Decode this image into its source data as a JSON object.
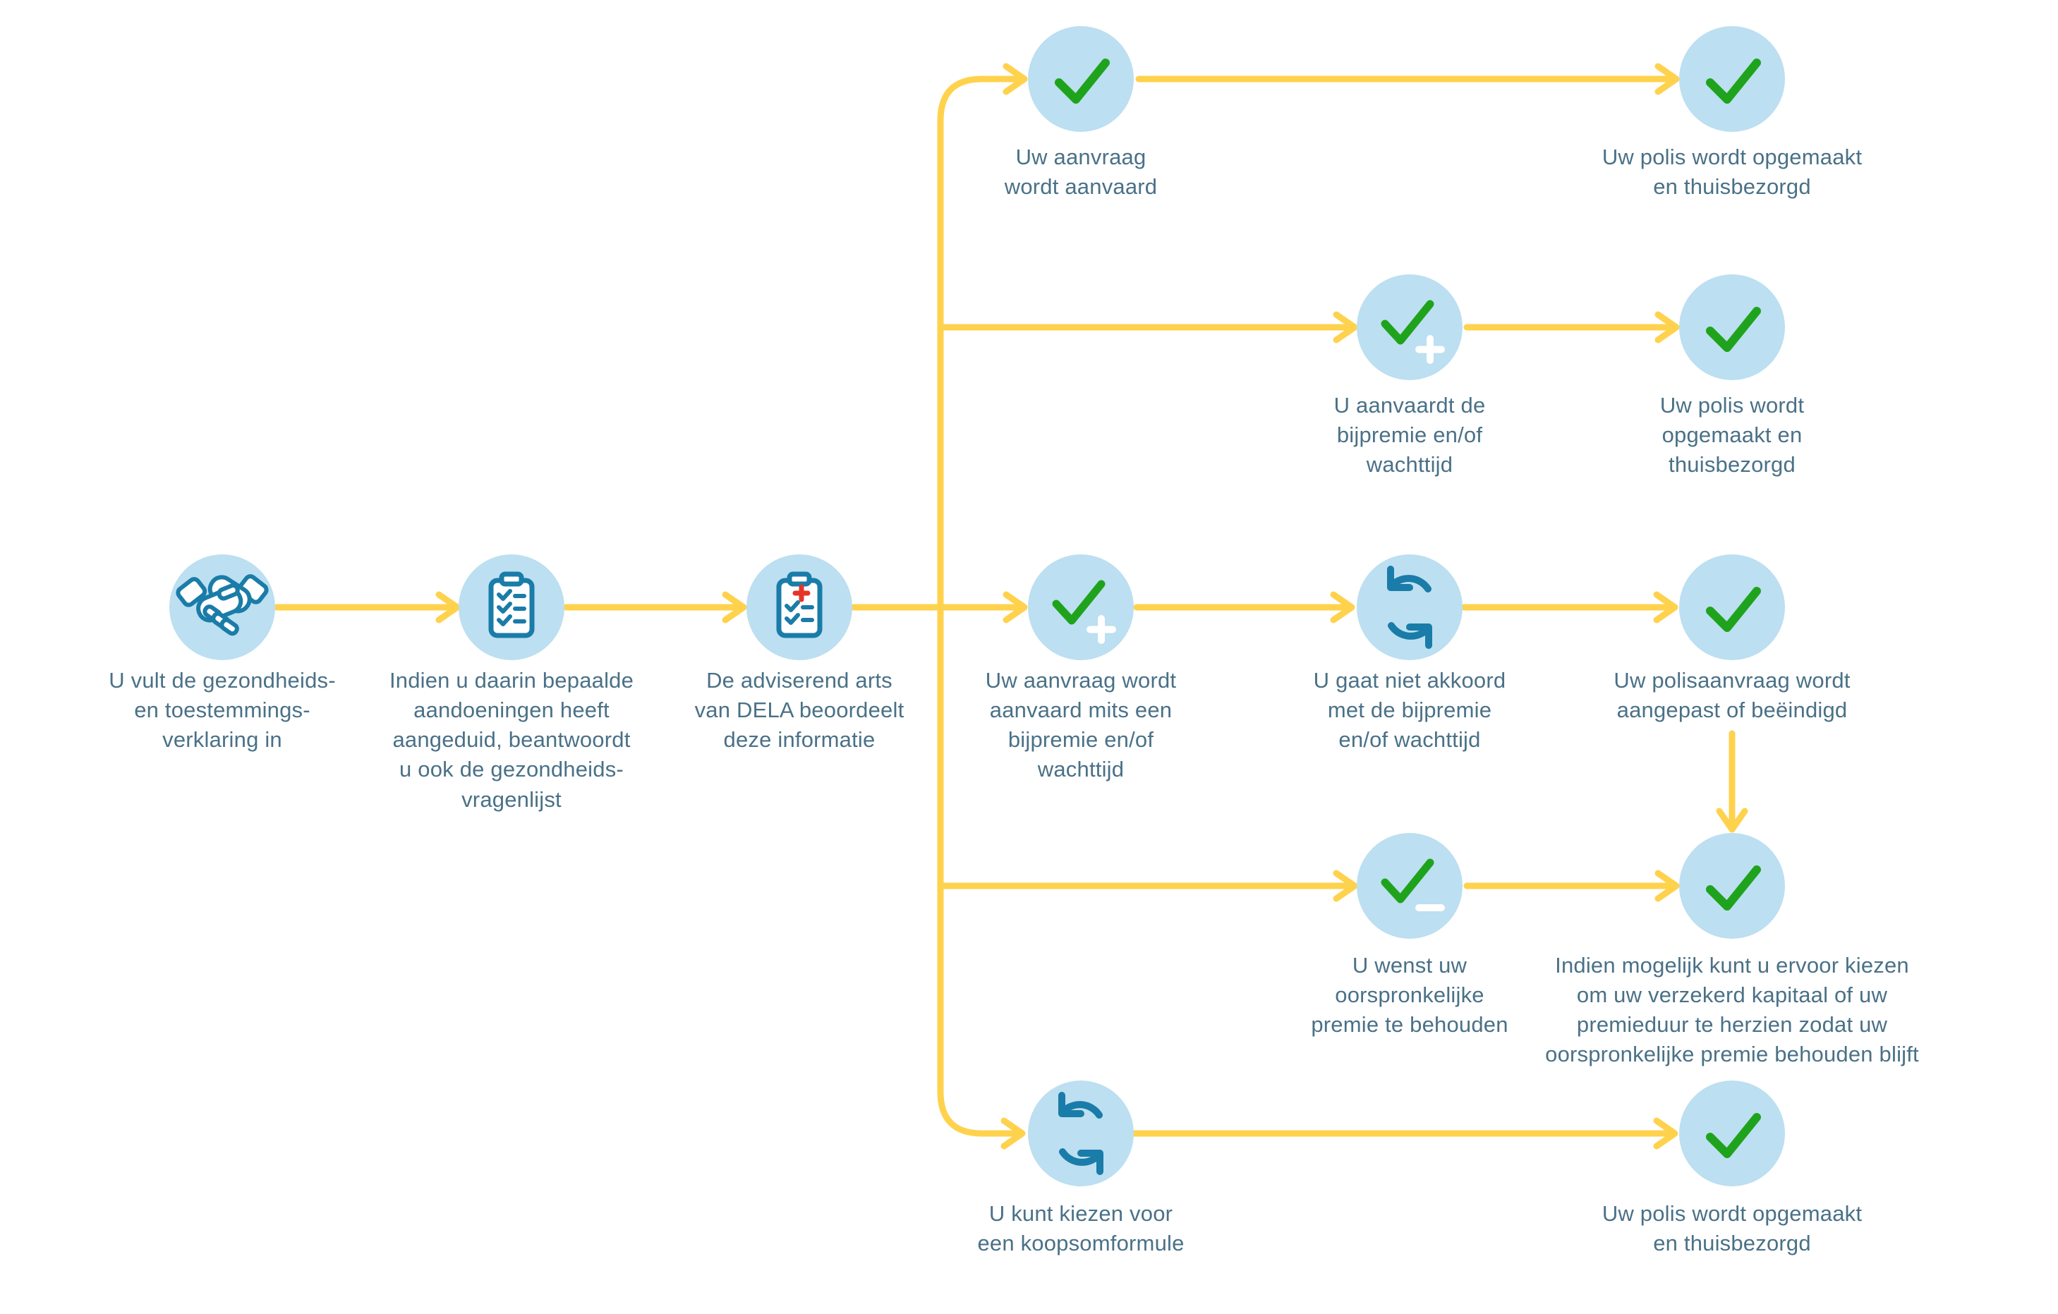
{
  "diagram": {
    "title": "DELA polisaanvraag stroomschema",
    "colors": {
      "circle_fill": "#BCDFF1",
      "icon_teal": "#1A7CA8",
      "check_green": "#1FA31C",
      "arrow_yellow": "#FFD24D",
      "label_text": "#4A7187",
      "medical_cross_red": "#E63329",
      "background": "#FFFFFF"
    }
  },
  "nodes": {
    "start": {
      "icon": "handshake-icon",
      "label": "U vult de gezondheids-\nen toestemmings-\nverklaring in"
    },
    "checklist": {
      "icon": "checklist-clipboard-icon",
      "label": "Indien u daarin bepaalde\naandoeningen heeft\naangeduid, beantwoordt\nu ook de gezondheids-\nvragenlijst"
    },
    "review": {
      "icon": "medical-clipboard-icon",
      "label": "De adviserend arts\nvan DELA beoordeelt\ndeze informatie"
    },
    "accepted": {
      "icon": "check-icon",
      "label": "Uw aanvraag\nwordt aanvaard"
    },
    "policy_top": {
      "icon": "check-icon",
      "label": "Uw polis wordt opgemaakt\nen thuisbezorgd"
    },
    "accept_surcharge": {
      "icon": "check-plus-icon",
      "label": "U aanvaardt de\nbijpremie en/of\nwachttijd"
    },
    "policy_mid": {
      "icon": "check-icon",
      "label": "Uw polis wordt\nopgemaakt en\nthuisbezorgd"
    },
    "conditional": {
      "icon": "check-plus-icon",
      "label": "Uw aanvraag wordt\naanvaard mits een\nbijpremie en/of\nwachttijd"
    },
    "disagree": {
      "icon": "sync-icon",
      "label": "U gaat niet akkoord\nmet de bijpremie\nen/of wachttijd"
    },
    "adjusted": {
      "icon": "check-icon",
      "label": "Uw polisaanvraag wordt\naangepast of beëindigd"
    },
    "keep_premium": {
      "icon": "check-minus-icon",
      "label": "U wenst uw\noorspronkelijke\npremie te behouden"
    },
    "revise": {
      "icon": "check-icon",
      "label": "Indien mogelijk kunt u ervoor kiezen\nom uw verzekerd kapitaal of uw\npremieduur te herzien zodat uw\noorspronkelijke premie behouden blijft"
    },
    "lump_sum": {
      "icon": "sync-icon",
      "label": "U kunt kiezen voor\neen koopsomformule"
    },
    "policy_bottom": {
      "icon": "check-icon",
      "label": "Uw polis wordt opgemaakt\nen thuisbezorgd"
    }
  }
}
